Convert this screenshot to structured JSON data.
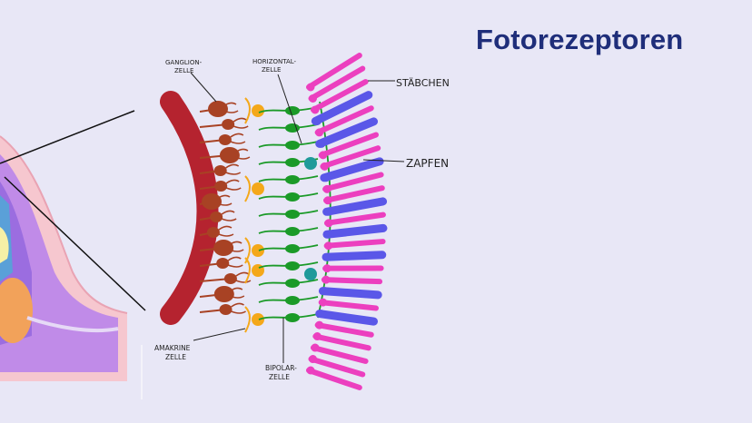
{
  "title": "Fotorezeptoren",
  "labels": {
    "ganglion_1": "GANGLION-",
    "ganglion_2": "ZELLE",
    "horizontal_1": "HORIZONTAL-",
    "horizontal_2": "ZELLE",
    "rods": "STÄBCHEN",
    "cones": "ZAPFEN",
    "amacrine_1": "AMAKRINE",
    "amacrine_2": "ZELLE",
    "bipolar_1": "BIPOLAR-",
    "bipolar_2": "ZELLE"
  },
  "colors": {
    "background": "#e8e7f6",
    "title": "#1f2e7a",
    "nerve_fiber": "#b5232f",
    "ganglion": "#a84224",
    "amacrine": "#f4a81a",
    "horizontal": "#1f9a9a",
    "bipolar": "#1b9a28",
    "rods": "#ec3fbf",
    "cones": "#5a57e8"
  }
}
